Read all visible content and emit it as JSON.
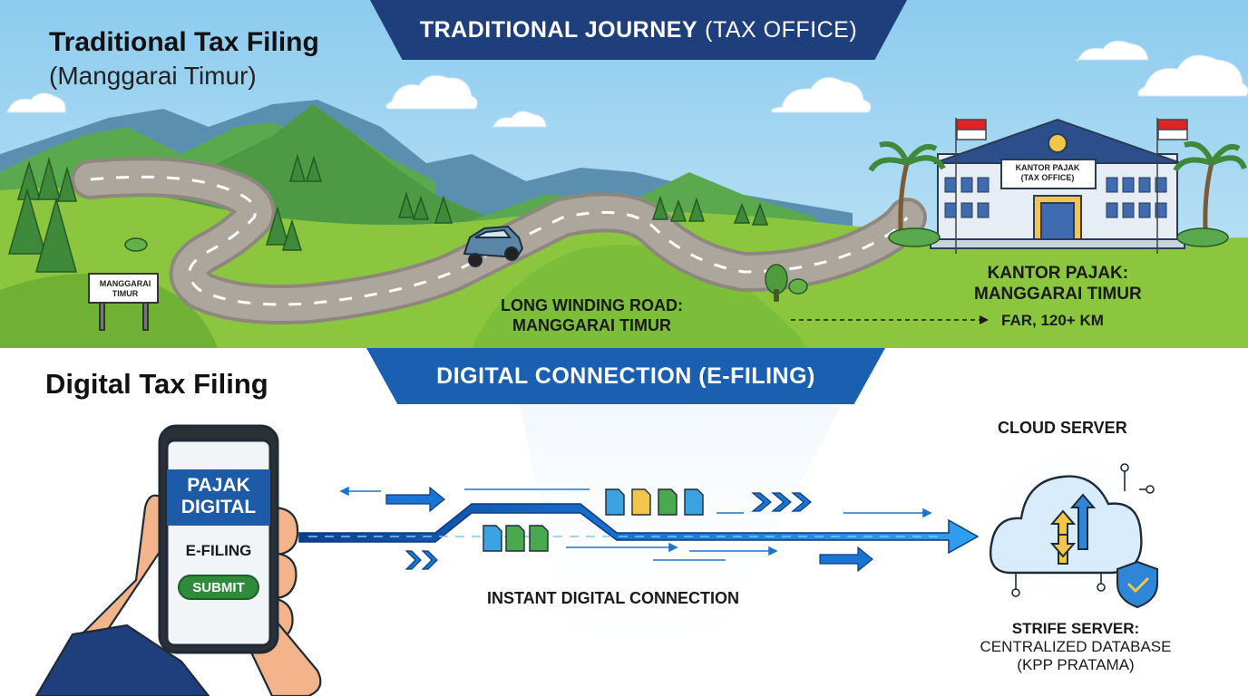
{
  "top": {
    "title": "Traditional Tax Filing",
    "subtitle": "(Manggarai Timur)",
    "banner_bold": "TRADITIONAL JOURNEY",
    "banner_normal": "(TAX OFFICE)"
  },
  "scene": {
    "sign_line1": "MANGGARAI",
    "sign_line2": "TIMUR",
    "building_line1": "KANTOR PAJAK",
    "building_line2": "(TAX OFFICE)",
    "road_line1": "LONG WINDING ROAD:",
    "road_line2": "MANGGARAI TIMUR",
    "office_line1": "KANTOR PAJAK:",
    "office_line2": "MANGGARAI TIMUR",
    "distance": "FAR, 120+ KM"
  },
  "bottom": {
    "title": "Digital Tax Filing",
    "banner": "DIGITAL CONNECTION (E-FILING)",
    "phone_title_line1": "PAJAK",
    "phone_title_line2": "DIGITAL",
    "phone_efiling": "E-FILING",
    "phone_submit": "SUBMIT",
    "connection_label": "INSTANT DIGITAL CONNECTION",
    "cloud_title": "CLOUD SERVER",
    "server_line1": "STRIFE SERVER:",
    "server_line2": "CENTRALIZED DATABASE",
    "server_line3": "(KPP PRATAMA)"
  },
  "colors": {
    "sky": "#a9d8f2",
    "grass": "#8cc63f",
    "mountain": "#4f9a4a",
    "road": "#a9a39a",
    "banner_top": "#1f3e7c",
    "banner_bottom": "#1b5fb0",
    "submit_green": "#2e8b3a",
    "arrow_blue": "#1a74d2"
  }
}
